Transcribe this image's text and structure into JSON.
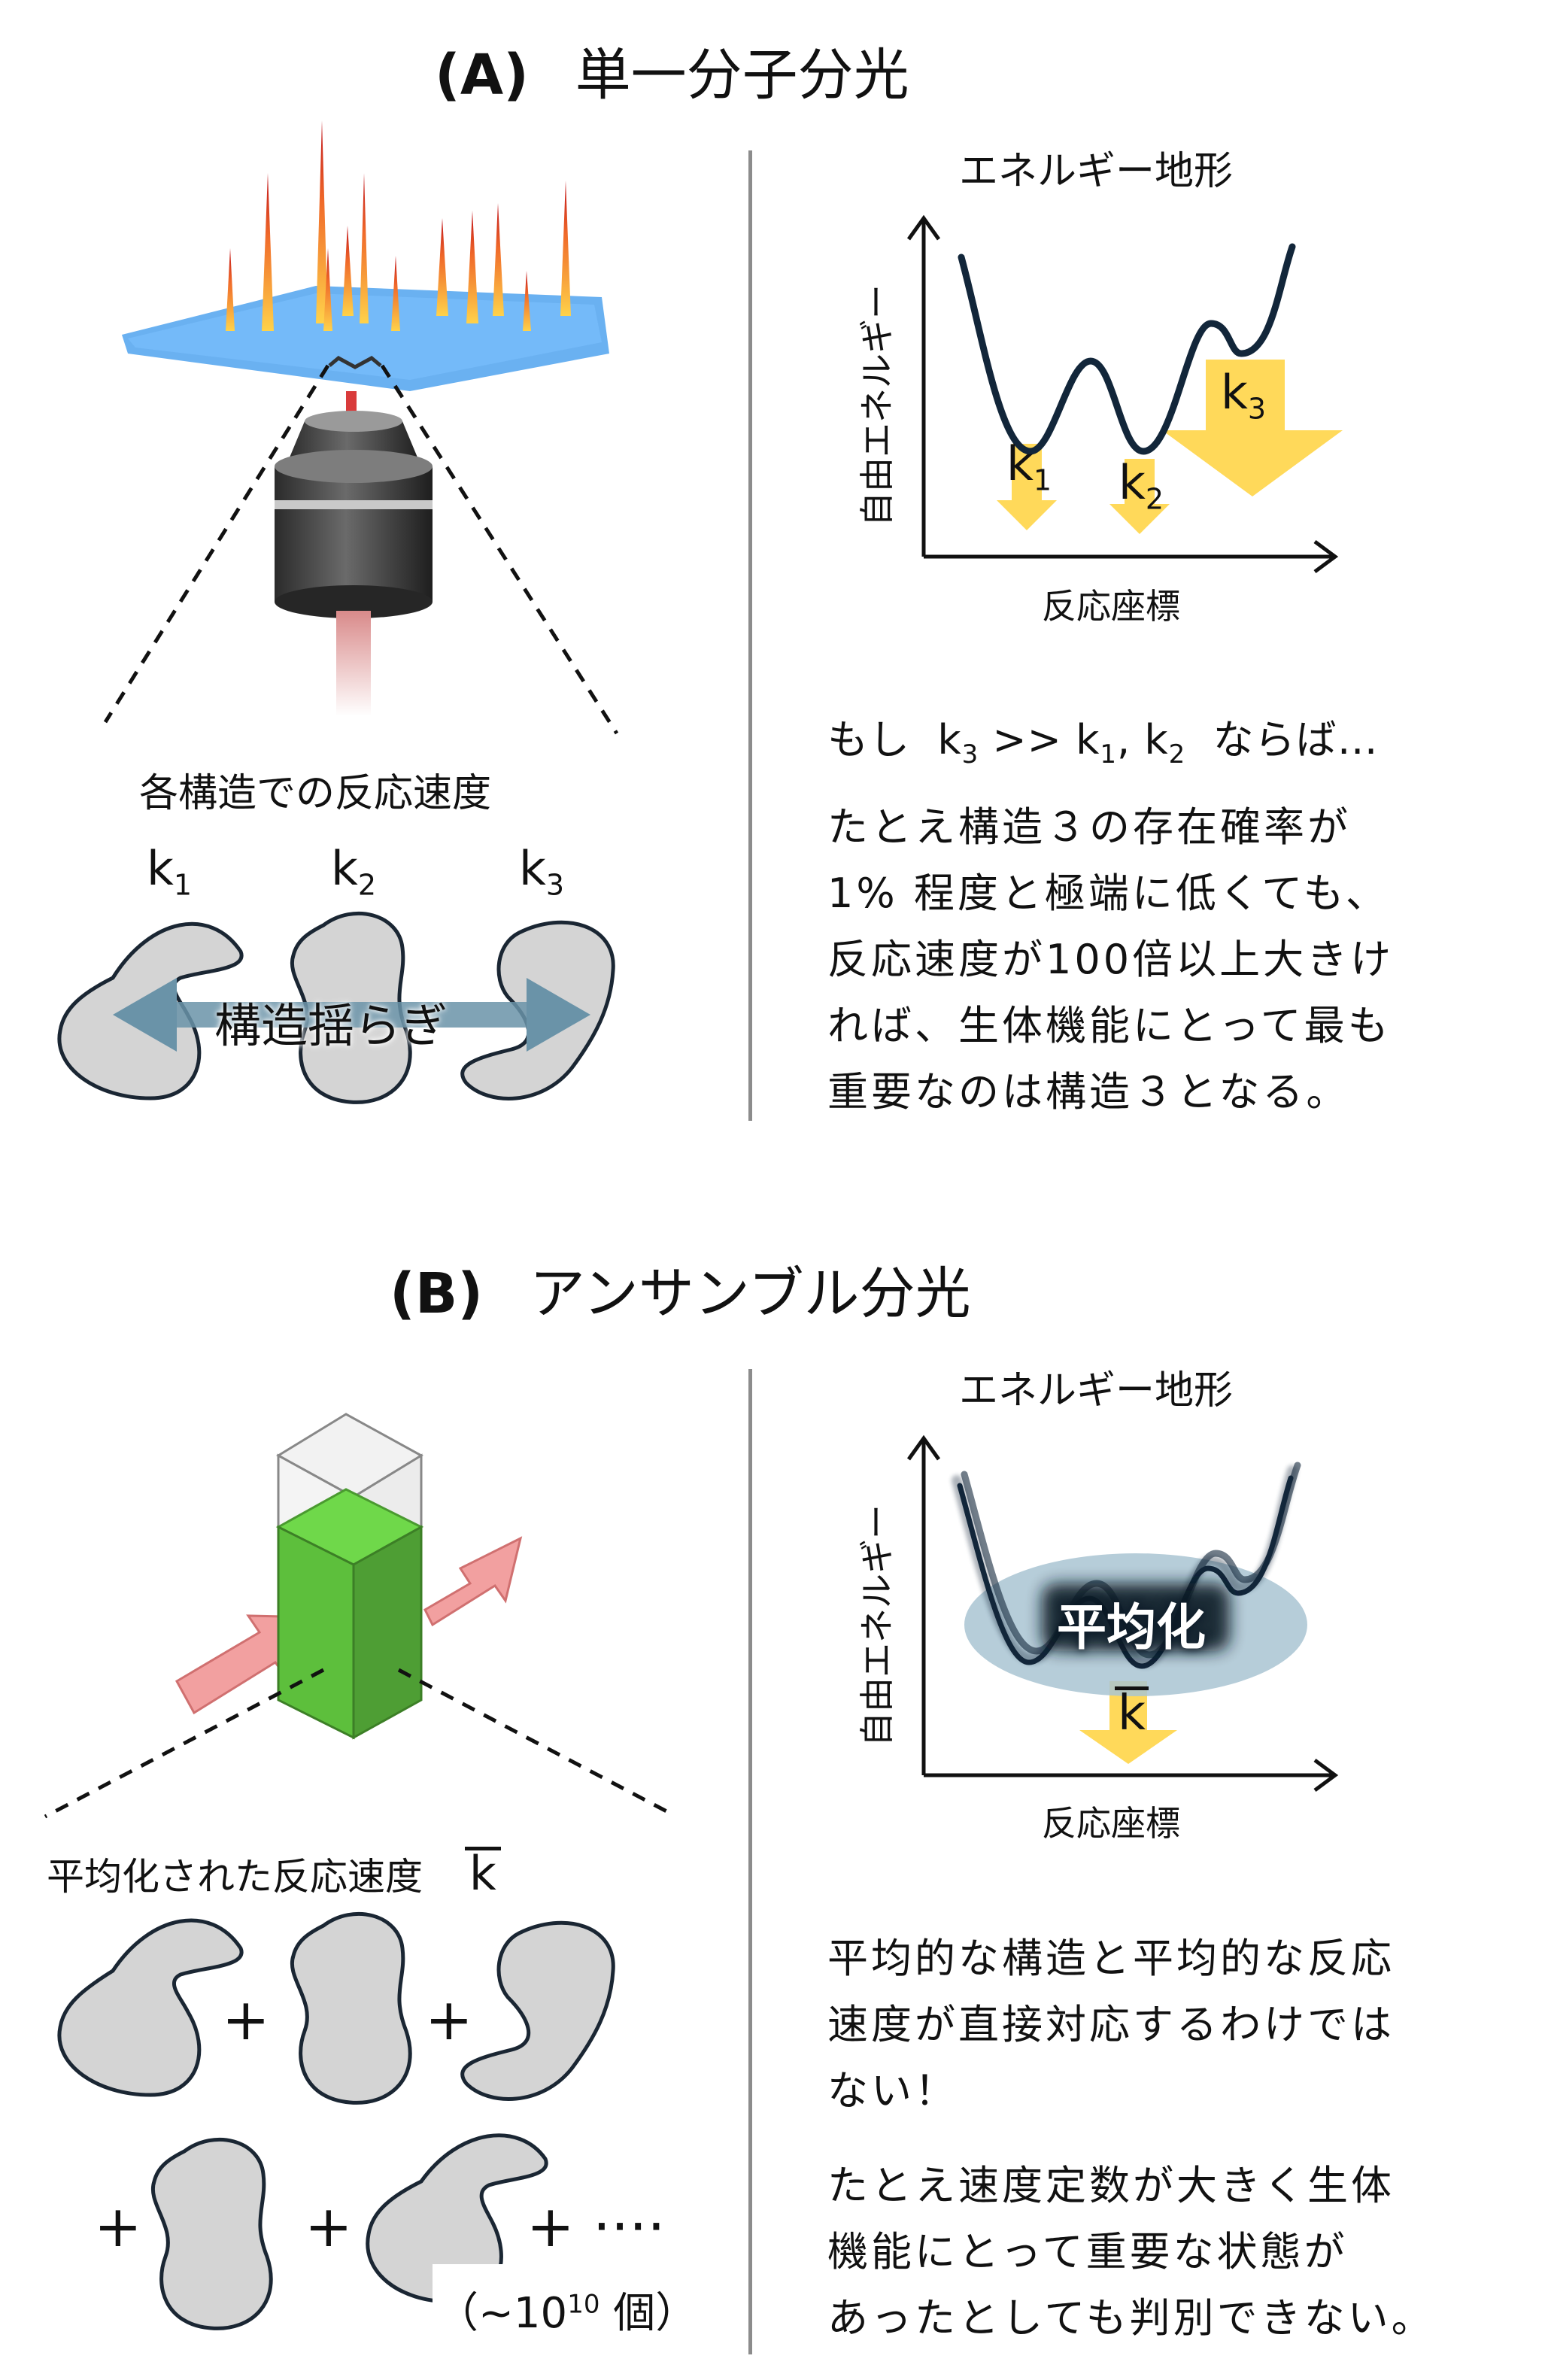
{
  "section_a": {
    "label": "(A)",
    "title": "単一分子分光",
    "landscape_title": "エネルギー地形",
    "y_axis": "自由エネルギー",
    "x_axis": "反応座標",
    "well_rates": [
      "k1",
      "k2",
      "k3"
    ],
    "rates_caption": "各構造での反応速度",
    "struct_rates": [
      "k1",
      "k2",
      "k3"
    ],
    "fluctuation_label": "構造揺らぎ",
    "condition": "もし k3 >> k1, k2 ならば…",
    "paragraph": [
      "たとえ構造３の存在確率が",
      "1% 程度と極端に低くても、",
      "反応速度が100倍以上大きけ",
      "れば、生体機能にとって最も",
      "重要なのは構造３となる。"
    ]
  },
  "section_b": {
    "label": "(B)",
    "title": "アンサンブル分光",
    "landscape_title": "エネルギー地形",
    "y_axis": "自由エネルギー",
    "x_axis": "反応座標",
    "average_label": "平均化",
    "avg_rate": "k",
    "avg_caption": "平均化された反応速度",
    "plus": "+",
    "ellipsis": "+ ····",
    "count": "（~10",
    "count_exp": "10",
    "count_unit": " 個）",
    "paragraph1": [
      "平均的な構造と平均的な反応",
      "速度が直接対応するわけでは",
      "ない！"
    ],
    "paragraph2": [
      "たとえ速度定数が大きく生体",
      "機能にとって重要な状態が",
      "あったとしても判別できない。"
    ]
  },
  "colors": {
    "arrow_yellow": "#FFD95A",
    "protein_fill": "#D4D4D4",
    "curve": "#12263A",
    "fluct_arrow": "#6A93A8",
    "green": "#5DBF3C",
    "pink": "#F2A0A0",
    "avg_ellipse": "#A9C4D2"
  }
}
